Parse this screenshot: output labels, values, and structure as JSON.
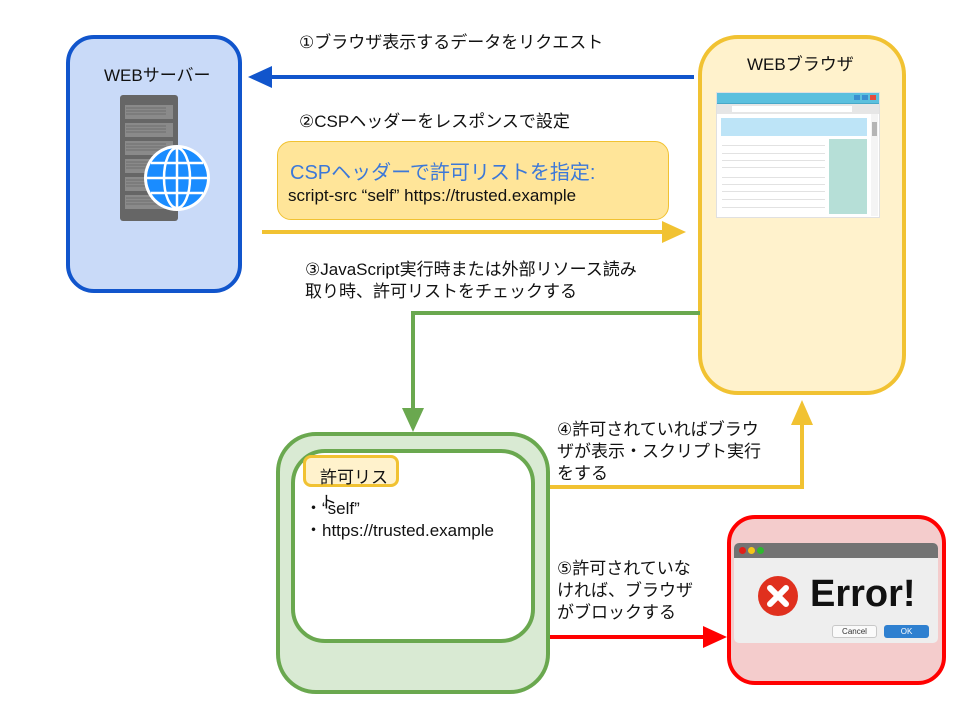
{
  "nodes": {
    "server": {
      "title": "WEBサーバー",
      "border_color": "#1155cc",
      "fill_color": "#c9daf8"
    },
    "browser": {
      "title": "WEBブラウザ",
      "border_color": "#f1c232",
      "fill_color": "#fff2cc"
    },
    "allow_list": {
      "title": "許可リスト",
      "items": [
        "・“self”",
        "・https://trusted.example"
      ],
      "border_color": "#6aa84f",
      "fill_color": "#d9ead3"
    },
    "error": {
      "text": "Error!",
      "cancel_label": "Cancel",
      "ok_label": "OK",
      "border_color": "#ff0000",
      "fill_color": "#f4cccc"
    }
  },
  "csp_box": {
    "heading": "CSPヘッダーで許可リストを指定:",
    "policy": "script-src “self” https://trusted.example",
    "heading_color": "#3c78d8"
  },
  "steps": [
    {
      "id": 1,
      "text": "①ブラウザ表示するデータをリクエスト",
      "color": "#1155cc"
    },
    {
      "id": 2,
      "text": "②CSPヘッダーをレスポンスで設定",
      "color": "#f1c232"
    },
    {
      "id": 3,
      "lines": [
        "③JavaScript実行時または外部リソース読み",
        "取り時、許可リストをチェックする"
      ],
      "color": "#6aa84f"
    },
    {
      "id": 4,
      "lines": [
        "④許可されていればブラウ",
        "ザが表示・スクリプト実行",
        "をする"
      ],
      "color": "#f1c232"
    },
    {
      "id": 5,
      "lines": [
        "⑤許可されていな",
        "ければ、ブラウザ",
        "がブロックする"
      ],
      "color": "#ff0000"
    }
  ],
  "icons": [
    "server-rack-icon",
    "globe-icon",
    "browser-window-icon",
    "error-x-icon"
  ]
}
